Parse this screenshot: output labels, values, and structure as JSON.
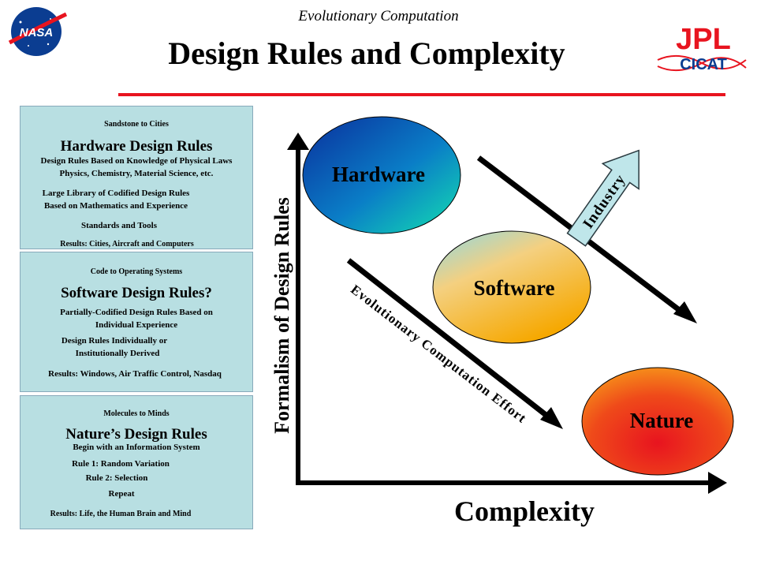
{
  "header": {
    "subtitle": "Evolutionary Computation",
    "title": "Design Rules and Complexity"
  },
  "logos": {
    "nasa": "NASA",
    "jpl": "JPL",
    "cicat": "CICAT"
  },
  "panels": [
    {
      "caption": "Sandstone to Cities",
      "heading": "Hardware Design Rules",
      "lines": [
        "Design Rules Based on Knowledge of Physical Laws",
        "Physics, Chemistry, Material Science, etc.",
        "Large Library of Codified Design Rules",
        "Based on Mathematics and Experience",
        "Standards  and Tools",
        "Results:  Cities, Aircraft and Computers"
      ]
    },
    {
      "caption": "Code to Operating Systems",
      "heading": "Software Design Rules?",
      "lines": [
        "Partially-Codified Design Rules Based on",
        "Individual Experience",
        "Design Rules Individually or",
        "Institutionally Derived",
        "Results:  Windows, Air Traffic Control, Nasdaq"
      ]
    },
    {
      "caption": "Molecules to Minds",
      "heading": "Nature’s Design Rules",
      "lines": [
        "Begin with an Information System",
        "Rule 1:  Random Variation",
        "Rule 2:  Selection",
        "Repeat",
        "Results:  Life, the Human Brain and Mind"
      ]
    }
  ],
  "diagram": {
    "y_axis_label": "Formalism of Design Rules",
    "x_axis_label": "Complexity",
    "ellipses": {
      "hardware": "Hardware",
      "software": "Software",
      "nature": "Nature"
    },
    "industry_label": "Industry",
    "ec_label": "Evolutionary Computation Effort"
  },
  "colors": {
    "title_rule": "#e8141f",
    "panel_bg": "#b8dfe2",
    "industry_arrow": "#bfe6ea"
  }
}
